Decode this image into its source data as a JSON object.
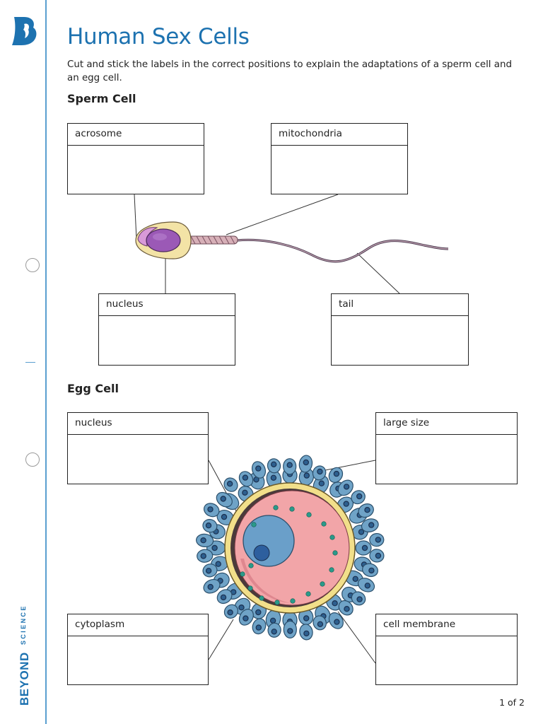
{
  "header": {
    "title": "Human Sex Cells",
    "instructions": "Cut and stick the labels in the correct positions to explain the adaptations of a sperm cell and an egg cell."
  },
  "brand": {
    "logo_icon": "beyond-b-logo-icon",
    "name_bold": "BEYOND",
    "name_light": "SCIENCE",
    "color": "#1d72b0"
  },
  "sperm_section": {
    "heading": "Sperm Cell",
    "labels": {
      "acrosome": "acrosome",
      "mitochondria": "mitochondria",
      "nucleus": "nucleus",
      "tail": "tail"
    }
  },
  "egg_section": {
    "heading": "Egg Cell",
    "labels": {
      "nucleus": "nucleus",
      "large_size": "large size",
      "cytoplasm": "cytoplasm",
      "cell_membrane": "cell membrane"
    }
  },
  "footer": {
    "page": "1 of 2"
  },
  "colors": {
    "accent": "#1d72b0",
    "margin_line": "#5a9fd0",
    "sperm_nucleus": "#9b59b6",
    "sperm_head": "#f3e3a6",
    "egg_cytoplasm": "#f2a5a8",
    "egg_nucleus": "#6a9fc9",
    "follicle_cells": "#6fa3c7",
    "zona": "#f2df8a"
  }
}
